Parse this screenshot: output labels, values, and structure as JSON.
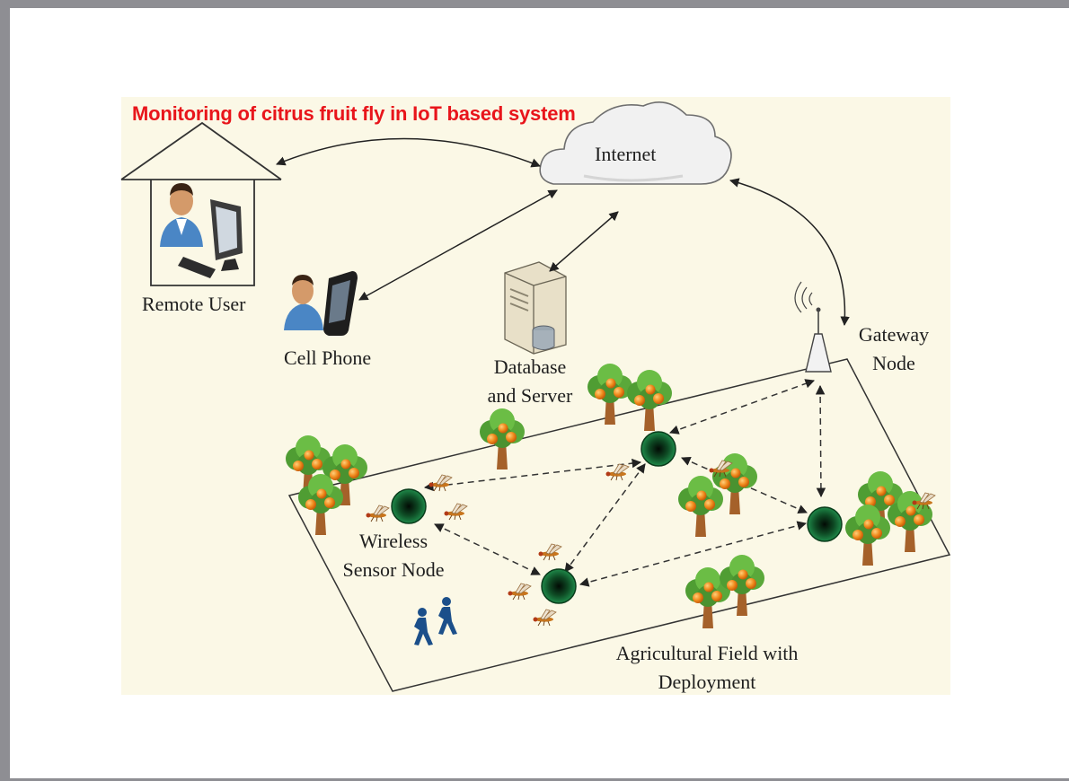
{
  "title": "Monitoring of citrus fruit fly in IoT based system",
  "labels": {
    "internet": "Internet",
    "remote_user": "Remote User",
    "cell_phone": "Cell Phone",
    "database_line1": "Database",
    "database_line2": "and Server",
    "gateway_line1": "Gateway",
    "gateway_line2": "Node",
    "sensor_line1": "Wireless",
    "sensor_line2": "Sensor Node",
    "field_line1": "Agricultural Field with",
    "field_line2": "Deployment"
  },
  "colors": {
    "title": "#e8151b",
    "panel_background": "#fbf8e6",
    "frame": "#8e8e93",
    "sensor_node": "#1a6b3a",
    "orange_fruit": "#f08a1c",
    "tree_leaf": "#5aa83a"
  },
  "icons": [
    "house-icon",
    "desktop-user-icon",
    "cloud-icon",
    "mobile-user-icon",
    "server-icon",
    "antenna-tower-icon",
    "sensor-node-icon",
    "citrus-tree-icon",
    "fruit-fly-icon",
    "walking-people-icon"
  ]
}
